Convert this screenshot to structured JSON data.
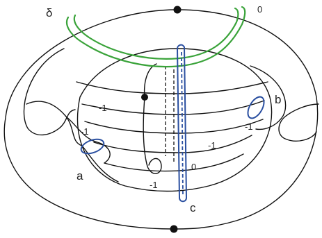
{
  "labels": {
    "delta": "δ",
    "framing_delta": "0",
    "a": "a",
    "b": "b",
    "c": "c",
    "framing_c": "0",
    "minus_one": "-1"
  },
  "colors": {
    "black": "#111111",
    "green": "#3aa33a",
    "blue": "#2a4fa0"
  }
}
